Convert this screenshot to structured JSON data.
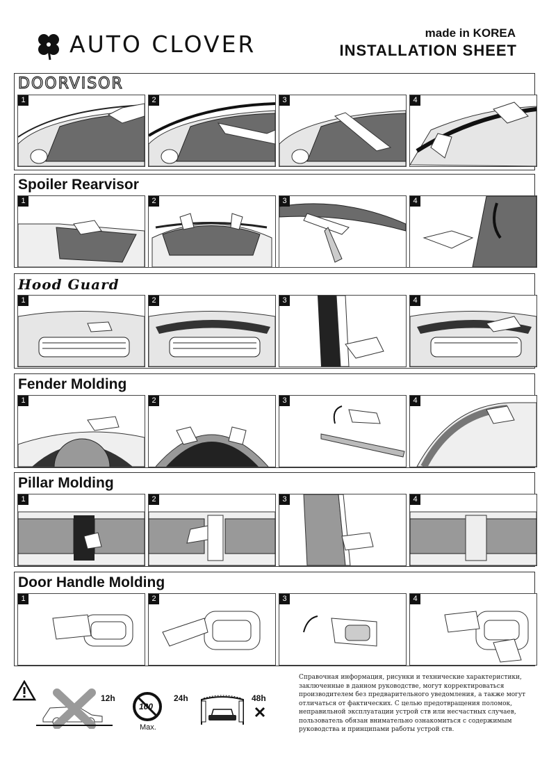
{
  "header": {
    "brand": "AUTO CLOVER",
    "made_in": "made in KOREA",
    "sheet_title": "INSTALLATION SHEET"
  },
  "sections": [
    {
      "title": "DOORVISOR",
      "steps": [
        "1",
        "2",
        "3",
        "4"
      ]
    },
    {
      "title": "Spoiler Rearvisor",
      "steps": [
        "1",
        "2",
        "3",
        "4"
      ]
    },
    {
      "title": "Hood Guard",
      "steps": [
        "1",
        "2",
        "3",
        "4"
      ]
    },
    {
      "title": "Fender Molding",
      "steps": [
        "1",
        "2",
        "3",
        "4"
      ]
    },
    {
      "title": "Pillar Molding",
      "steps": [
        "1",
        "2",
        "3",
        "4"
      ]
    },
    {
      "title": "Door Handle Molding",
      "steps": [
        "1",
        "2",
        "3",
        "4"
      ]
    }
  ],
  "footer": {
    "wash_hours": "12h",
    "speed_hours": "24h",
    "speed_limit": "100",
    "speed_max": "Max.",
    "carwash_hours": "48h",
    "notice": "Справочная информация, рисунки и технические характеристики, заключенные в данном руководстве, могут корректироваться производителем без предварительного уведомления, а также могут отличаться от фактических. С целью предотвращения поломок, неправильной  эксплуатации устрой ств или несчастных случаев, пользователь обязан внимательно ознакомиться с содержимым руководства и принципами работы устрой ств.",
    "icons": [
      "warning-triangle-icon",
      "no-wash-car-icon",
      "speed-limit-icon",
      "car-wash-icon"
    ]
  }
}
